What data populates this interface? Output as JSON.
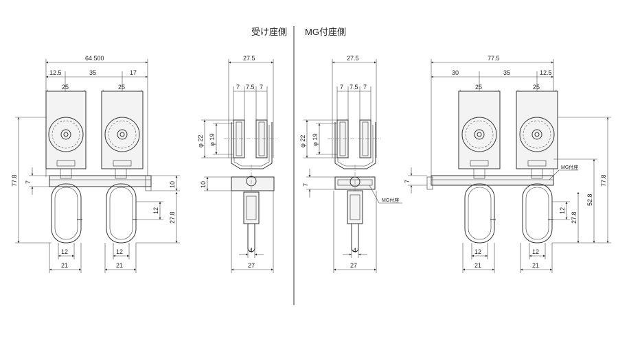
{
  "titles": {
    "left": "受け座側",
    "right": "MG付座側"
  },
  "labels": {
    "mg_seat": "MG付座"
  },
  "left_front": {
    "overall": "64.500",
    "seg1": "12.5",
    "seg2": "35",
    "seg3": "17",
    "w1": "25",
    "w2": "25",
    "height": "77.8",
    "bracket": "7",
    "bracket_right": "10",
    "hook_open": "12",
    "hook_len": "27.8",
    "hook_w1": "12",
    "hook_w2": "12",
    "base1": "21",
    "base2": "21"
  },
  "left_side": {
    "width": "27.5",
    "s1": "7",
    "s2": "7.5",
    "s3": "7",
    "d22": "φ 22",
    "d19": "φ 19",
    "h10": "10",
    "pin": "4",
    "base": "27"
  },
  "right_side": {
    "width": "27.5",
    "s1": "7",
    "s2": "7.5",
    "s3": "7",
    "d22": "φ 22",
    "d19": "φ 19",
    "h7": "7",
    "pin": "4",
    "base": "27"
  },
  "right_front": {
    "overall": "77.5",
    "seg1": "30",
    "seg2": "35",
    "seg3": "12.5",
    "w1": "25",
    "w2": "25",
    "height": "77.8",
    "mid": "52.8",
    "bracket": "7",
    "hook_open": "12",
    "hook_len": "27.8",
    "hook_w1": "12",
    "hook_w2": "12",
    "base1": "21",
    "base2": "21"
  }
}
